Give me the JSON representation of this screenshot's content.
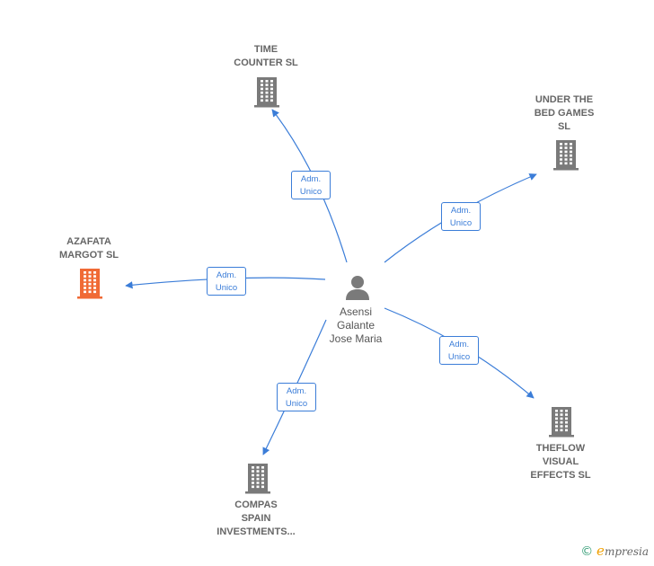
{
  "diagram": {
    "center": {
      "id": "person",
      "label_lines": [
        "Asensi",
        "Galante",
        "Jose Maria"
      ],
      "icon": "person-icon"
    },
    "companies": [
      {
        "id": "time-counter",
        "label_lines": [
          "TIME",
          "COUNTER  SL"
        ],
        "icon": "building-icon",
        "highlight": false
      },
      {
        "id": "under-the-bed",
        "label_lines": [
          "UNDER THE",
          "BED GAMES",
          "SL"
        ],
        "icon": "building-icon",
        "highlight": false
      },
      {
        "id": "azafata-margot",
        "label_lines": [
          "AZAFATA",
          "MARGOT  SL"
        ],
        "icon": "building-icon",
        "highlight": true
      },
      {
        "id": "theflow",
        "label_lines": [
          "THEFLOW",
          "VISUAL",
          "EFFECTS SL"
        ],
        "icon": "building-icon",
        "highlight": false
      },
      {
        "id": "compas-spain",
        "label_lines": [
          "COMPAS",
          "SPAIN",
          "INVESTMENTS..."
        ],
        "icon": "building-icon",
        "highlight": false
      }
    ],
    "edges": [
      {
        "to": "time-counter",
        "role_lines": [
          "Adm.",
          "Unico"
        ]
      },
      {
        "to": "under-the-bed",
        "role_lines": [
          "Adm.",
          "Unico"
        ]
      },
      {
        "to": "azafata-margot",
        "role_lines": [
          "Adm.",
          "Unico"
        ]
      },
      {
        "to": "theflow",
        "role_lines": [
          "Adm.",
          "Unico"
        ]
      },
      {
        "to": "compas-spain",
        "role_lines": [
          "Adm.",
          "Unico"
        ]
      }
    ]
  },
  "colors": {
    "edge": "#3b7dd8",
    "building": "#7a7a7a",
    "building_highlight": "#f06a35",
    "person": "#7a7a7a"
  },
  "footer": {
    "copyright": "©",
    "brand_initial": "e",
    "brand_rest": "mpresia"
  }
}
